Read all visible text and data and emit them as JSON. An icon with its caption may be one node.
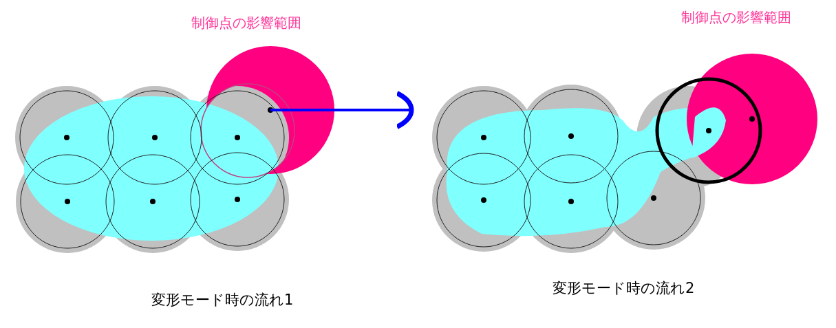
{
  "diagram": {
    "nodes": [
      {
        "text": [],
        "shape": "picture"
      },
      {
        "text": [],
        "shape": "picture"
      }
    ],
    "edges": [
      {
        "from": 0,
        "to": 1,
        "arrow": "to",
        "color": "#0000ff"
      }
    ],
    "labels": [
      "制御点の影響範囲",
      "制御点の影響範囲",
      "変形モード時の流れ1",
      "変形モード時の流れ2"
    ]
  }
}
